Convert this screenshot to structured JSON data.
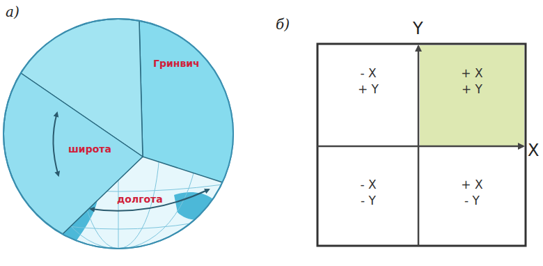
{
  "diagram": {
    "nodes": [
      {
        "text": [
          "- X",
          "+ Y"
        ]
      },
      {
        "text": [
          "+ X",
          "+ Y"
        ]
      },
      {
        "text": [
          "- X",
          "- Y"
        ]
      },
      {
        "text": [
          "+ X",
          "- Y"
        ]
      }
    ],
    "labels": [
      "а)",
      "Гринвич",
      "широта",
      "долгота",
      "б)",
      "Y",
      "X"
    ]
  }
}
